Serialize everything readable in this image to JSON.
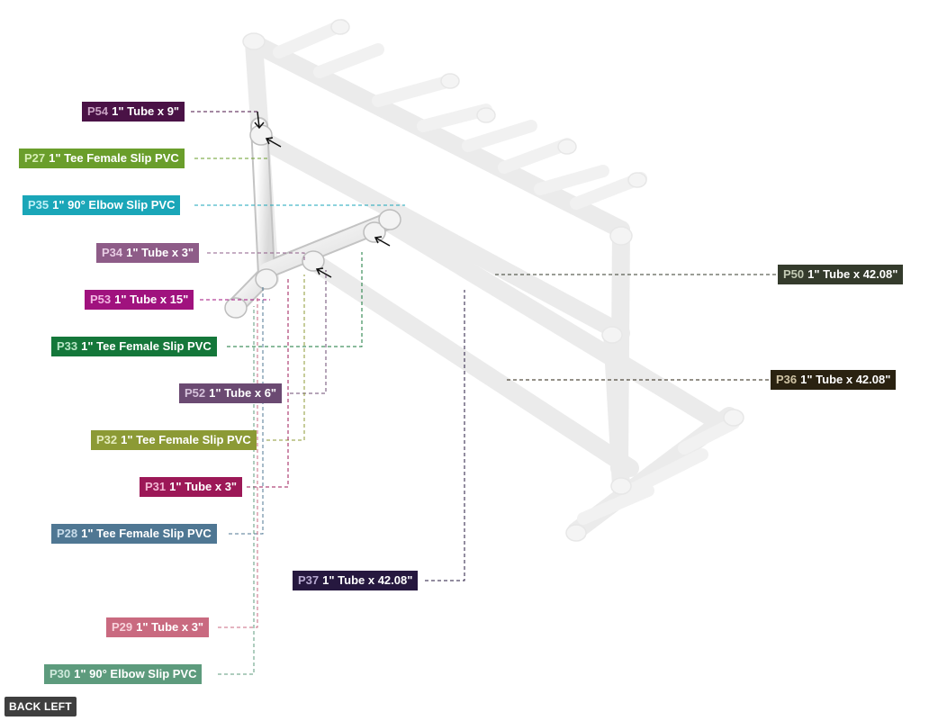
{
  "view_button": "BACK LEFT",
  "parts": [
    {
      "key": "p54",
      "id": "P54",
      "desc": "1\" Tube x 9\"",
      "color": "#4a1246",
      "id_color": "#c9a3c4"
    },
    {
      "key": "p27",
      "id": "P27",
      "desc": "1\" Tee Female Slip PVC",
      "color": "#6a9e2b",
      "id_color": "#d8efb6"
    },
    {
      "key": "p35",
      "id": "P35",
      "desc": "1\" 90° Elbow Slip PVC",
      "color": "#1aa6b8",
      "id_color": "#bff0f6"
    },
    {
      "key": "p34",
      "id": "P34",
      "desc": "1\" Tube x 3\"",
      "color": "#8e5c88",
      "id_color": "#e7cce3"
    },
    {
      "key": "p53",
      "id": "P53",
      "desc": "1\" Tube x 15\"",
      "color": "#a0127e",
      "id_color": "#f2b7e2"
    },
    {
      "key": "p33",
      "id": "P33",
      "desc": "1\" Tee Female Slip PVC",
      "color": "#14773a",
      "id_color": "#b8e6c6"
    },
    {
      "key": "p52",
      "id": "P52",
      "desc": "1\" Tube x 6\"",
      "color": "#6b4a72",
      "id_color": "#d6c2db"
    },
    {
      "key": "p32",
      "id": "P32",
      "desc": "1\" Tee Female Slip PVC",
      "color": "#8c9a35",
      "id_color": "#e5ecbd"
    },
    {
      "key": "p31",
      "id": "P31",
      "desc": "1\" Tube x 3\"",
      "color": "#9c1857",
      "id_color": "#f2b8d3"
    },
    {
      "key": "p28",
      "id": "P28",
      "desc": "1\" Tee Female Slip PVC",
      "color": "#4f7793",
      "id_color": "#c8dcea"
    },
    {
      "key": "p29",
      "id": "P29",
      "desc": "1\" Tube x 3\"",
      "color": "#c96a80",
      "id_color": "#f7d2db"
    },
    {
      "key": "p30",
      "id": "P30",
      "desc": "1\" 90° Elbow Slip PVC",
      "color": "#5d9b7d",
      "id_color": "#cfe9dc"
    },
    {
      "key": "p37",
      "id": "P37",
      "desc": "1\" Tube x 42.08\"",
      "color": "#26183f",
      "id_color": "#b7a9d1"
    },
    {
      "key": "p50",
      "id": "P50",
      "desc": "1\" Tube x 42.08\"",
      "color": "#343b2c",
      "id_color": "#c3cbb4"
    },
    {
      "key": "p36",
      "id": "P36",
      "desc": "1\" Tube x 42.08\"",
      "color": "#2a2211",
      "id_color": "#cfc3a4"
    }
  ]
}
